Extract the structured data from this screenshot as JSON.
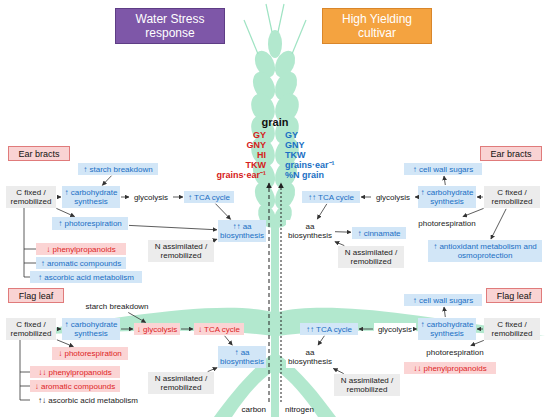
{
  "diagram": {
    "nodes": [
      {
        "text": [
          "Water Stress response"
        ]
      },
      {
        "text": [
          "High Yielding cultivar"
        ]
      },
      {
        "text": [
          "Ear bracts"
        ]
      },
      {
        "text": [
          "Ear bracts"
        ]
      },
      {
        "text": [
          "↑ starch breakdown"
        ]
      },
      {
        "text": [
          "C fixed / remobilized"
        ]
      },
      {
        "text": [
          "↑ carbohydrate synthesis"
        ]
      },
      {
        "text": [
          "glycolysis"
        ]
      },
      {
        "text": [
          "↑ TCA cycle"
        ]
      },
      {
        "text": [
          "↑ photorespiration"
        ]
      },
      {
        "text": [
          "↑↑ aa biosynthesis"
        ]
      },
      {
        "text": [
          "N assimilated / remobilized"
        ]
      },
      {
        "text": [
          "↓ phenylpropanoids"
        ]
      },
      {
        "text": [
          "↑ aromatic compounds"
        ]
      },
      {
        "text": [
          "↑ ascorbic acid metabolism"
        ]
      },
      {
        "text": [
          "↑ cell wall sugars"
        ]
      },
      {
        "text": [
          "↑ carbohydrate synthesis"
        ]
      },
      {
        "text": [
          "C fixed / remobilized"
        ]
      },
      {
        "text": [
          "glycolysis"
        ]
      },
      {
        "text": [
          "↑↑ TCA cycle"
        ]
      },
      {
        "text": [
          "photorespiration"
        ]
      },
      {
        "text": [
          "aa biosynthesis"
        ]
      },
      {
        "text": [
          "↑ cinnamate"
        ]
      },
      {
        "text": [
          "N assimilated / remobilized"
        ]
      },
      {
        "text": [
          "↑ antioxidant metabolism and osmoprotection"
        ]
      },
      {
        "text": [
          "Flag leaf"
        ]
      },
      {
        "text": [
          "Flag leaf"
        ]
      },
      {
        "text": [
          "starch breakdown"
        ]
      },
      {
        "text": [
          "C fixed / remobilized"
        ]
      },
      {
        "text": [
          "↑ carbohydrate synthesis"
        ]
      },
      {
        "text": [
          "↓ glycolysis"
        ]
      },
      {
        "text": [
          "↓ TCA cycle"
        ]
      },
      {
        "text": [
          "↓ photorespiration"
        ]
      },
      {
        "text": [
          "↑ aa biosynthesis"
        ]
      },
      {
        "text": [
          "↓↓ phenylpropanoids"
        ]
      },
      {
        "text": [
          "↓ aromatic compounds"
        ]
      },
      {
        "text": [
          "↑↓ ascorbic acid metabolism"
        ]
      },
      {
        "text": [
          "N assimilated / remobilized"
        ]
      },
      {
        "text": [
          "↑ cell wall sugars"
        ]
      },
      {
        "text": [
          "↑ carbohydrate synthesis"
        ]
      },
      {
        "text": [
          "C fixed / remobilized"
        ]
      },
      {
        "text": [
          "glycolysis"
        ]
      },
      {
        "text": [
          "↑↑ TCA cycle"
        ]
      },
      {
        "text": [
          "photorespiration"
        ]
      },
      {
        "text": [
          "aa biosynthesis"
        ]
      },
      {
        "text": [
          "↓↓ phenylpropanoids"
        ]
      },
      {
        "text": [
          "N assimilated / remobilized"
        ]
      }
    ],
    "edges": [
      {
        "from": 5,
        "to": 6,
        "arrow": "to"
      },
      {
        "from": 4,
        "to": 6,
        "arrow": "to"
      },
      {
        "from": 6,
        "to": 7,
        "arrow": "to"
      },
      {
        "from": 7,
        "to": 8,
        "arrow": "to"
      },
      {
        "from": 8,
        "to": 10,
        "arrow": "to"
      },
      {
        "from": 5,
        "to": 9,
        "arrow": "to"
      },
      {
        "from": 9,
        "to": 10,
        "arrow": "to"
      },
      {
        "from": 11,
        "to": 10,
        "arrow": "to"
      },
      {
        "from": 17,
        "to": 16,
        "arrow": "to"
      },
      {
        "from": 16,
        "to": 15,
        "arrow": "to"
      },
      {
        "from": 16,
        "to": 18,
        "arrow": "to"
      },
      {
        "from": 18,
        "to": 19,
        "arrow": "to"
      },
      {
        "from": 19,
        "to": 21,
        "arrow": "to"
      },
      {
        "from": 21,
        "to": 22,
        "arrow": "to"
      },
      {
        "from": 23,
        "to": 21,
        "arrow": "to"
      },
      {
        "from": 17,
        "to": 20,
        "arrow": "to"
      },
      {
        "from": 17,
        "to": 24,
        "arrow": "to"
      },
      {
        "from": 28,
        "to": 29,
        "arrow": "to"
      },
      {
        "from": 27,
        "to": 30,
        "arrow": "to"
      },
      {
        "from": 29,
        "to": 30,
        "arrow": "to"
      },
      {
        "from": 30,
        "to": 31,
        "arrow": "to"
      },
      {
        "from": 31,
        "to": 33,
        "arrow": "to"
      },
      {
        "from": 28,
        "to": 32,
        "arrow": "to"
      },
      {
        "from": 37,
        "to": 33,
        "arrow": "to"
      },
      {
        "from": 40,
        "to": 39,
        "arrow": "to"
      },
      {
        "from": 39,
        "to": 38,
        "arrow": "to"
      },
      {
        "from": 39,
        "to": 41,
        "arrow": "to"
      },
      {
        "from": 41,
        "to": 42,
        "arrow": "to"
      },
      {
        "from": 42,
        "to": 44,
        "arrow": "to"
      },
      {
        "from": 46,
        "to": 44,
        "arrow": "to"
      },
      {
        "from": 40,
        "to": 43,
        "arrow": "to"
      }
    ],
    "labels": [
      "grain",
      "GY",
      "GNY",
      "HI",
      "TKW",
      "grains·ear⁻¹",
      "GY",
      "GNY",
      "TKW",
      "grains·ear⁻¹",
      "%N grain",
      "carbon",
      "nitrogen"
    ]
  }
}
